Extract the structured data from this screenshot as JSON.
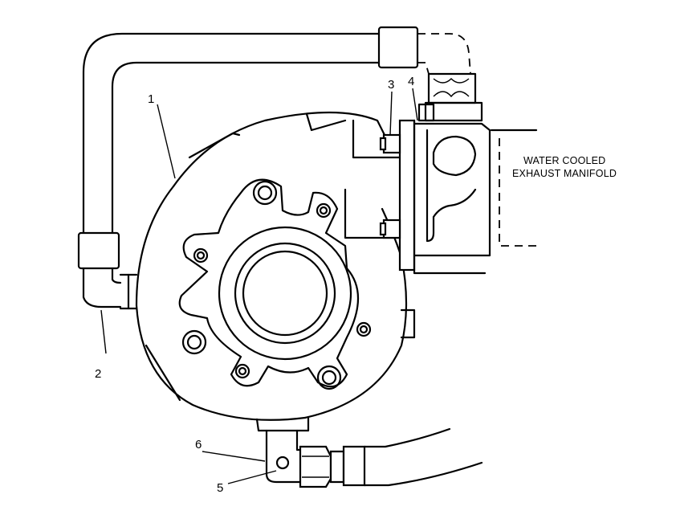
{
  "callouts": {
    "c1": "1",
    "c2": "2",
    "c3": "3",
    "c4": "4",
    "c5": "5",
    "c6": "6"
  },
  "manifold_label": {
    "line1": "WATER COOLED",
    "line2": "EXHAUST MANIFOLD"
  }
}
